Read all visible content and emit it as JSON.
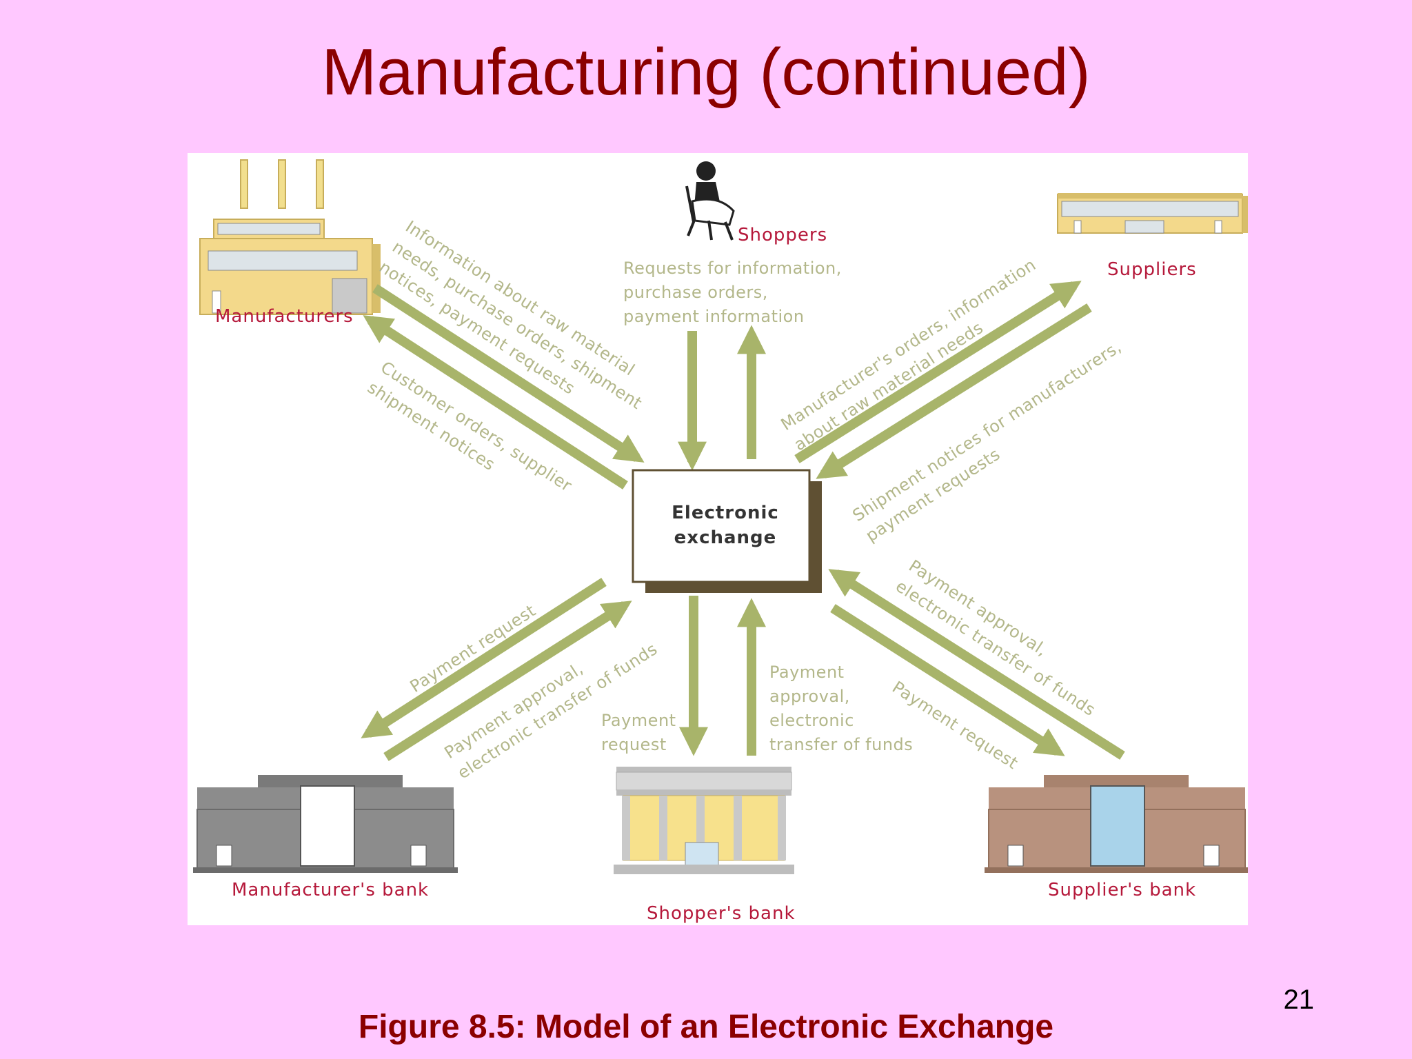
{
  "slide": {
    "title": "Manufacturing (continued)",
    "caption": "Figure 8.5: Model of an Electronic Exchange",
    "page_number": "21"
  },
  "diagram": {
    "center": {
      "line1": "Electronic",
      "line2": "exchange"
    },
    "nodes": {
      "manufacturers": "Manufacturers",
      "shoppers": "Shoppers",
      "suppliers": "Suppliers",
      "manufacturers_bank": "Manufacturer's bank",
      "shoppers_bank": "Shopper's bank",
      "suppliers_bank": "Supplier's bank"
    },
    "flows": {
      "mfr_out": [
        "Information about raw material",
        "needs, purchase orders, shipment",
        "notices, payment requests"
      ],
      "mfr_in": [
        "Customer orders, supplier",
        "shipment notices"
      ],
      "shoppers": [
        "Requests for information,",
        "purchase orders,",
        "payment information"
      ],
      "sup_out": [
        "Manufacturer's orders, information",
        "about raw material needs"
      ],
      "sup_in": [
        "Shipment notices for manufacturers,",
        "payment requests"
      ],
      "mbank_out": [
        "Payment request"
      ],
      "mbank_in": [
        "Payment approval,",
        "electronic transfer of funds"
      ],
      "sbank_out": [
        "Payment",
        "request"
      ],
      "sbank_in": [
        "Payment",
        "approval,",
        "electronic",
        "transfer of funds"
      ],
      "supbank_in": [
        "Payment approval,",
        "electronic transfer of funds"
      ],
      "supbank_out": [
        "Payment request"
      ]
    },
    "colors": {
      "arrow": "#a8b46a",
      "flow_text": "#b3b78a",
      "node_label": "#b5183a",
      "title": "#8b0000",
      "background": "#ffc8ff"
    }
  }
}
